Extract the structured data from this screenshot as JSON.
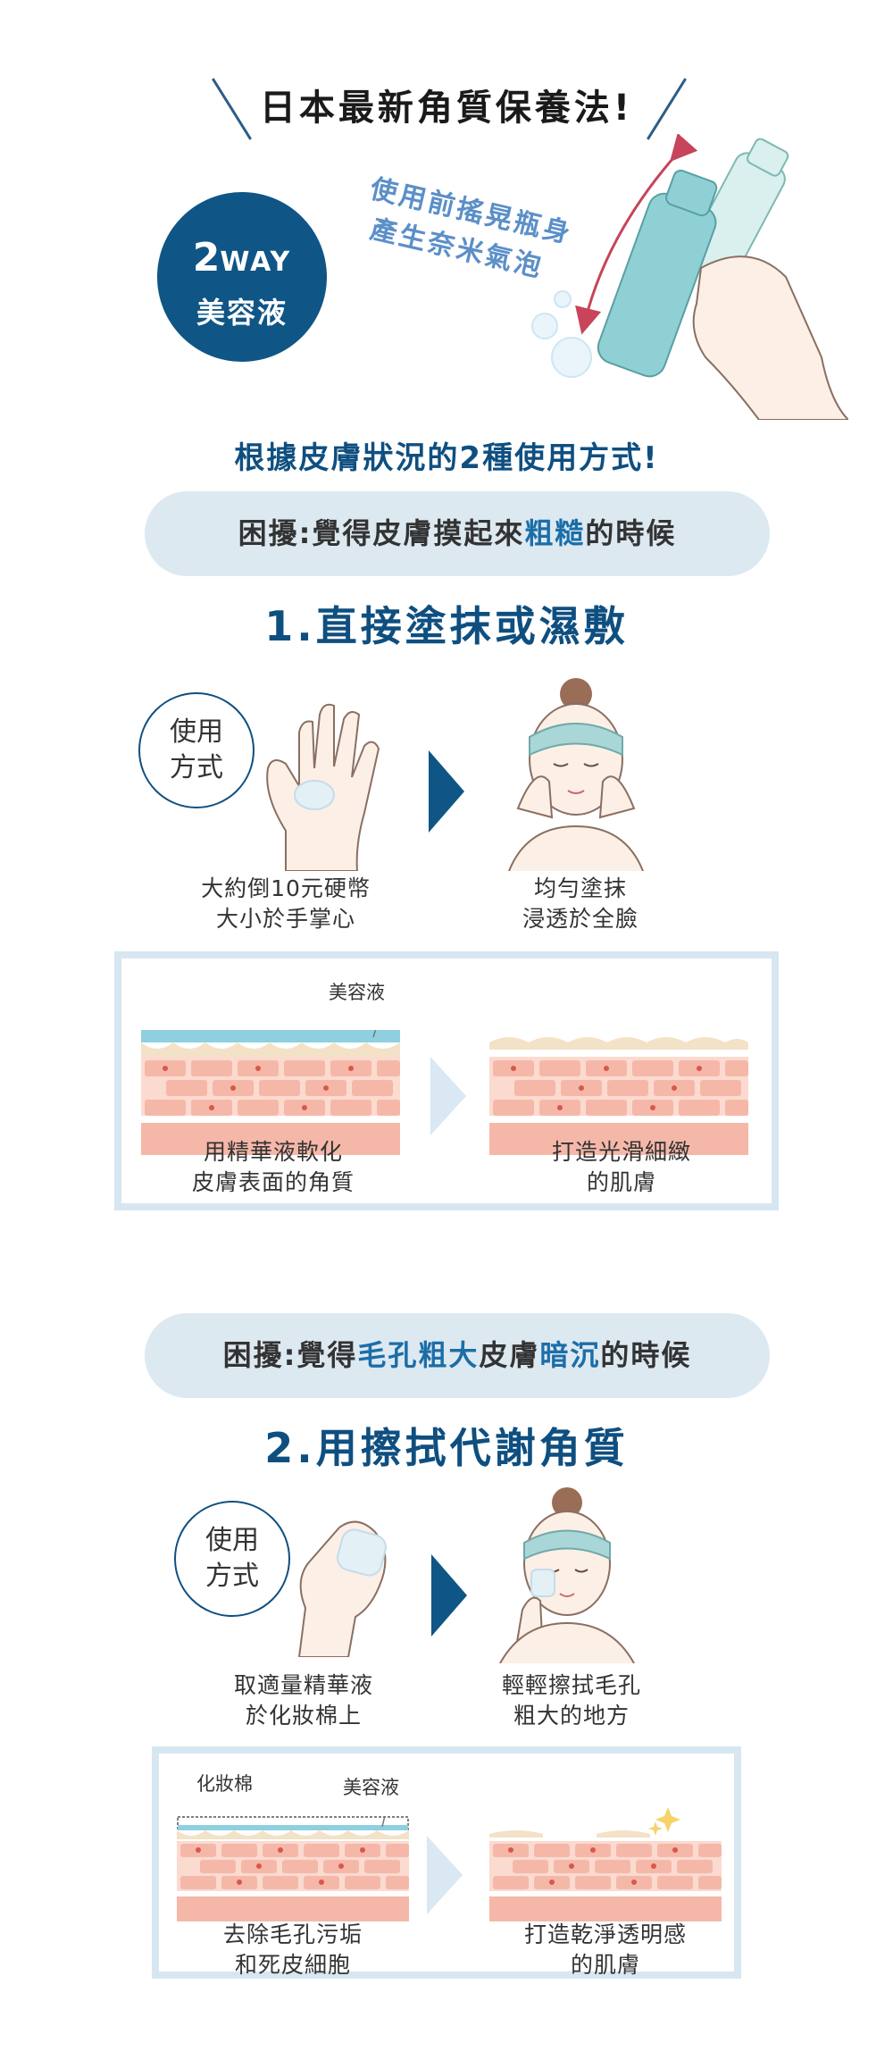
{
  "header": {
    "headline": "日本最新角質保養法!",
    "badge_number": "2",
    "badge_way": "WAY",
    "badge_text": "美容液",
    "shake_line1": "使用前搖晃瓶身",
    "shake_line2": "產生奈米氣泡"
  },
  "subhead": "根據皮膚狀況的2種使用方式!",
  "section1": {
    "pill_prefix": "困擾:覺得皮膚摸起來",
    "pill_highlight": "粗糙",
    "pill_suffix": "的時候",
    "title": "1.直接塗抹或濕敷",
    "usage_line1": "使用",
    "usage_line2": "方式",
    "caption_left_1": "大約倒10元硬幣",
    "caption_left_2": "大小於手掌心",
    "caption_right_1": "均勻塗抹",
    "caption_right_2": "浸透於全臉",
    "diagram_label": "美容液",
    "diagram_left_1": "用精華液軟化",
    "diagram_left_2": "皮膚表面的角質",
    "diagram_right_1": "打造光滑細緻",
    "diagram_right_2": "的肌膚"
  },
  "section2": {
    "pill_prefix": "困擾:覺得",
    "pill_highlight1": "毛孔粗大",
    "pill_mid": "皮膚",
    "pill_highlight2": "暗沉",
    "pill_suffix": "的時候",
    "title": "2.用擦拭代謝角質",
    "usage_line1": "使用",
    "usage_line2": "方式",
    "caption_left_1": "取適量精華液",
    "caption_left_2": "於化妝棉上",
    "caption_right_1": "輕輕擦拭毛孔",
    "caption_right_2": "粗大的地方",
    "diagram_label_pad": "化妝棉",
    "diagram_label": "美容液",
    "diagram_left_1": "去除毛孔污垢",
    "diagram_left_2": "和死皮細胞",
    "diagram_right_1": "打造乾淨透明感",
    "diagram_right_2": "的肌膚"
  },
  "colors": {
    "navy": "#0f5585",
    "accent_text": "#1b6ea8",
    "pill_bg": "#dde9f1",
    "frame_border": "#d7e7f2",
    "skin": "#f5b8a8",
    "serum": "#8fd0e0"
  }
}
